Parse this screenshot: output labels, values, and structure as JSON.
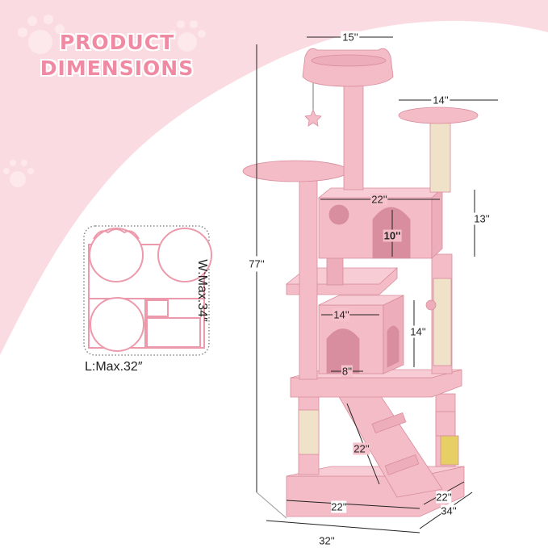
{
  "title": {
    "line1": "PRODUCT",
    "line2": "DIMENSIONS"
  },
  "footprint": {
    "width_label": "W:Max.34″",
    "length_label": "L:Max.32″"
  },
  "dimensions": {
    "top_perch_width": "15''",
    "right_platform_width": "14''",
    "upper_condo_width": "22''",
    "upper_condo_height": "13''",
    "upper_door_height": "10''",
    "total_height": "77''",
    "lower_condo_width": "14''",
    "lower_condo_height": "14''",
    "lower_door_width": "8''",
    "ramp_length": "22''",
    "base_width": "22''",
    "base_depth": "22''",
    "overall_length": "32''",
    "overall_width": "34''"
  },
  "colors": {
    "accent": "#f08aa3",
    "tree": "#f4bcc7",
    "tree_dark": "#e9a3b1",
    "sisal": "#efe2c9",
    "bg_pink": "#fbdbe2"
  }
}
